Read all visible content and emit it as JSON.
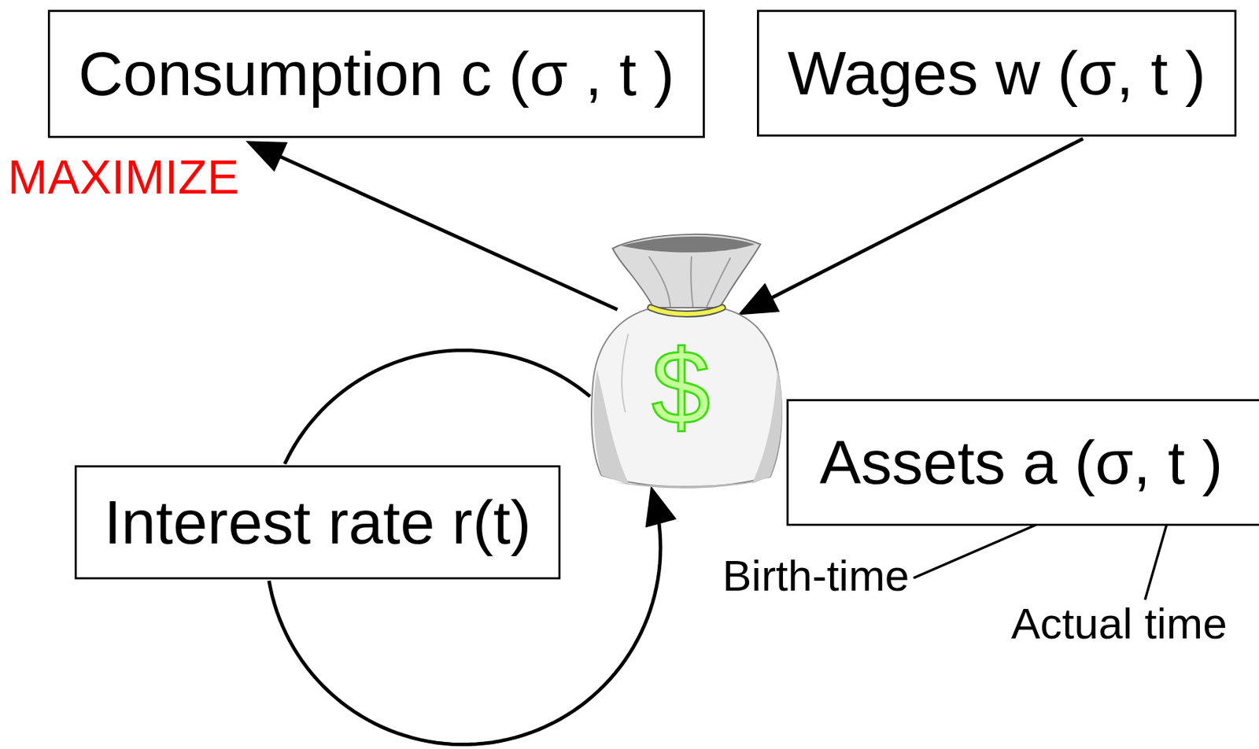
{
  "diagram": {
    "nodes": [
      {
        "text": [
          "Consumption c (σ , t )"
        ]
      },
      {
        "text": [
          "Wages w (σ, t )"
        ]
      },
      {
        "text": [
          "$"
        ]
      },
      {
        "text": [
          "Assets a (σ, t )"
        ]
      },
      {
        "text": [
          "Interest rate r(t)"
        ]
      }
    ],
    "edges": [
      {
        "from": 1,
        "to": 2,
        "arrow": "to"
      },
      {
        "from": 2,
        "to": 0,
        "arrow": "to"
      },
      {
        "from": 4,
        "to": 2,
        "arrow": "to"
      }
    ],
    "labels": [
      "MAXIMIZE",
      "Birth-time",
      "Actual time"
    ]
  }
}
